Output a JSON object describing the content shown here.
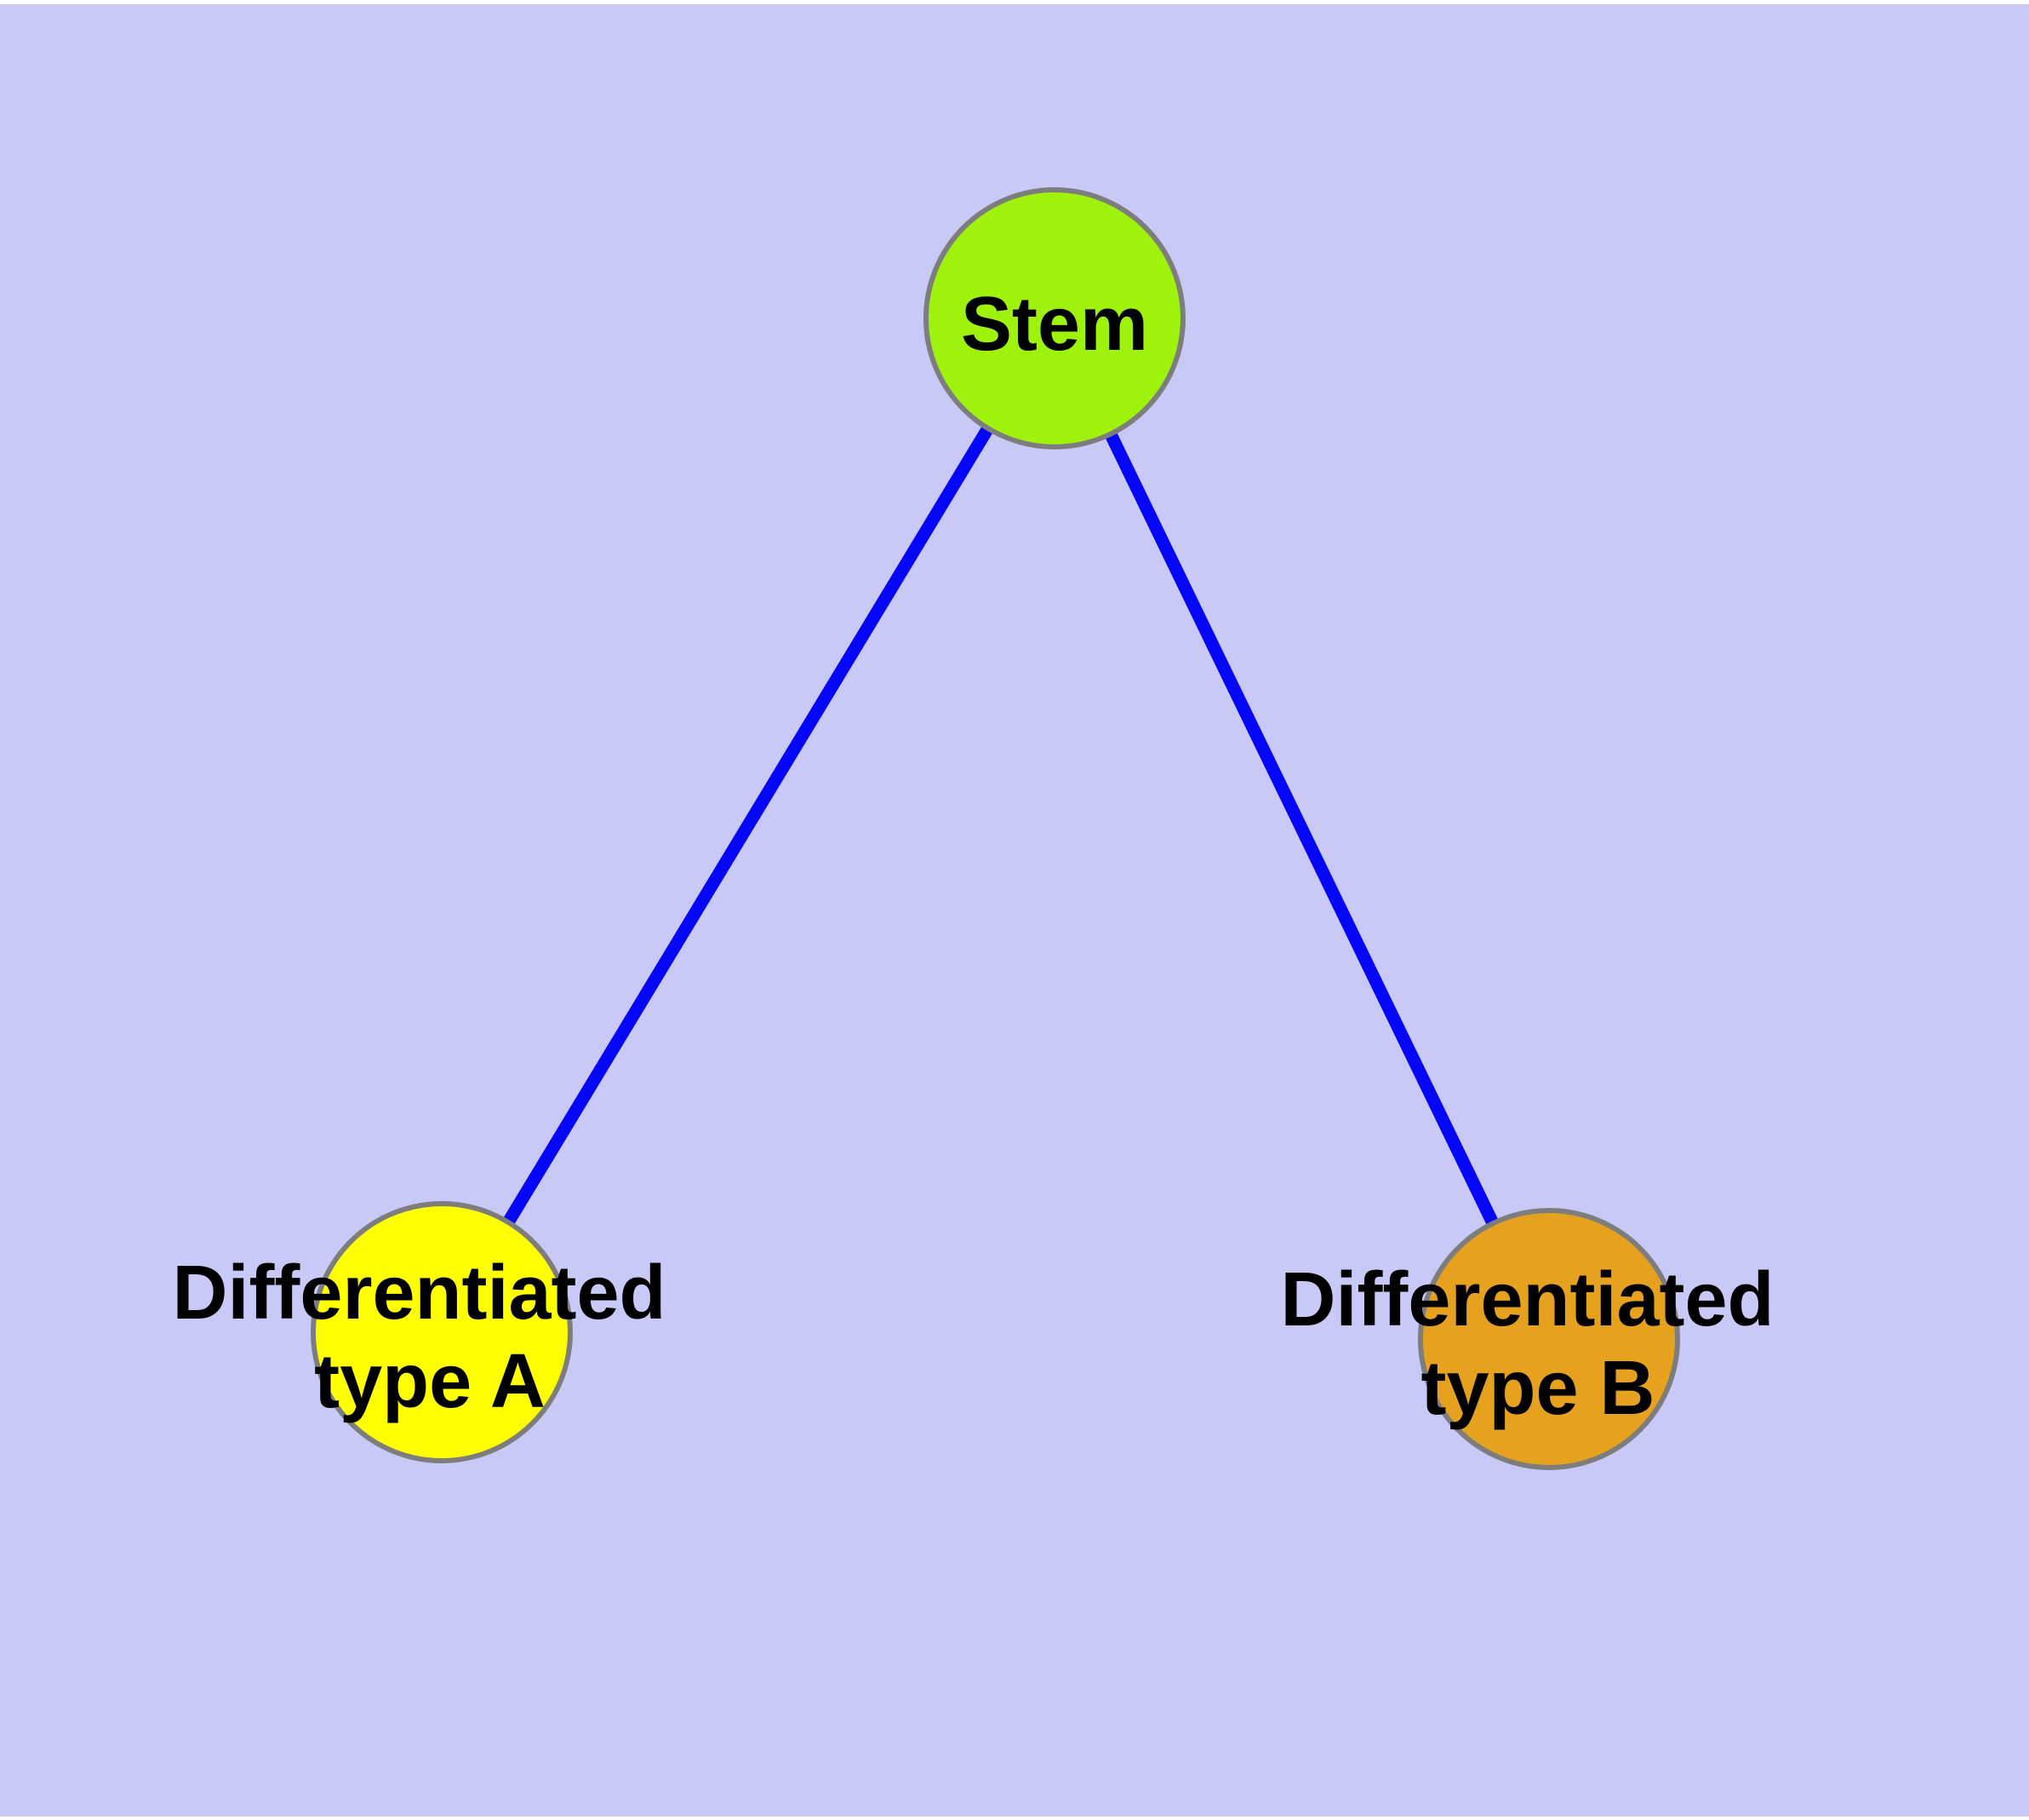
{
  "diagram": {
    "title": "",
    "background_color": "#C9C9F8",
    "margin_color": "#FFFFFF",
    "edge_color": "#0505FA",
    "node_border_color": "#7D7D7D",
    "label_color": "#000000",
    "nodes": [
      {
        "id": "stem",
        "label": "Stem",
        "label_lines": [
          "Stem"
        ],
        "color": "#9EF20C"
      },
      {
        "id": "differentiated-type-a",
        "label": "Differentiated type A",
        "label_lines": [
          "Differentiated",
          "type A"
        ],
        "color": "#FFFF00"
      },
      {
        "id": "differentiated-type-b",
        "label": "Differentiated type B",
        "label_lines": [
          "Differentiated",
          "type B"
        ],
        "color": "#E6A11F"
      }
    ],
    "edges": [
      {
        "from": "Stem",
        "to": "Differentiated type A"
      },
      {
        "from": "Stem",
        "to": "Differentiated type B"
      }
    ]
  }
}
